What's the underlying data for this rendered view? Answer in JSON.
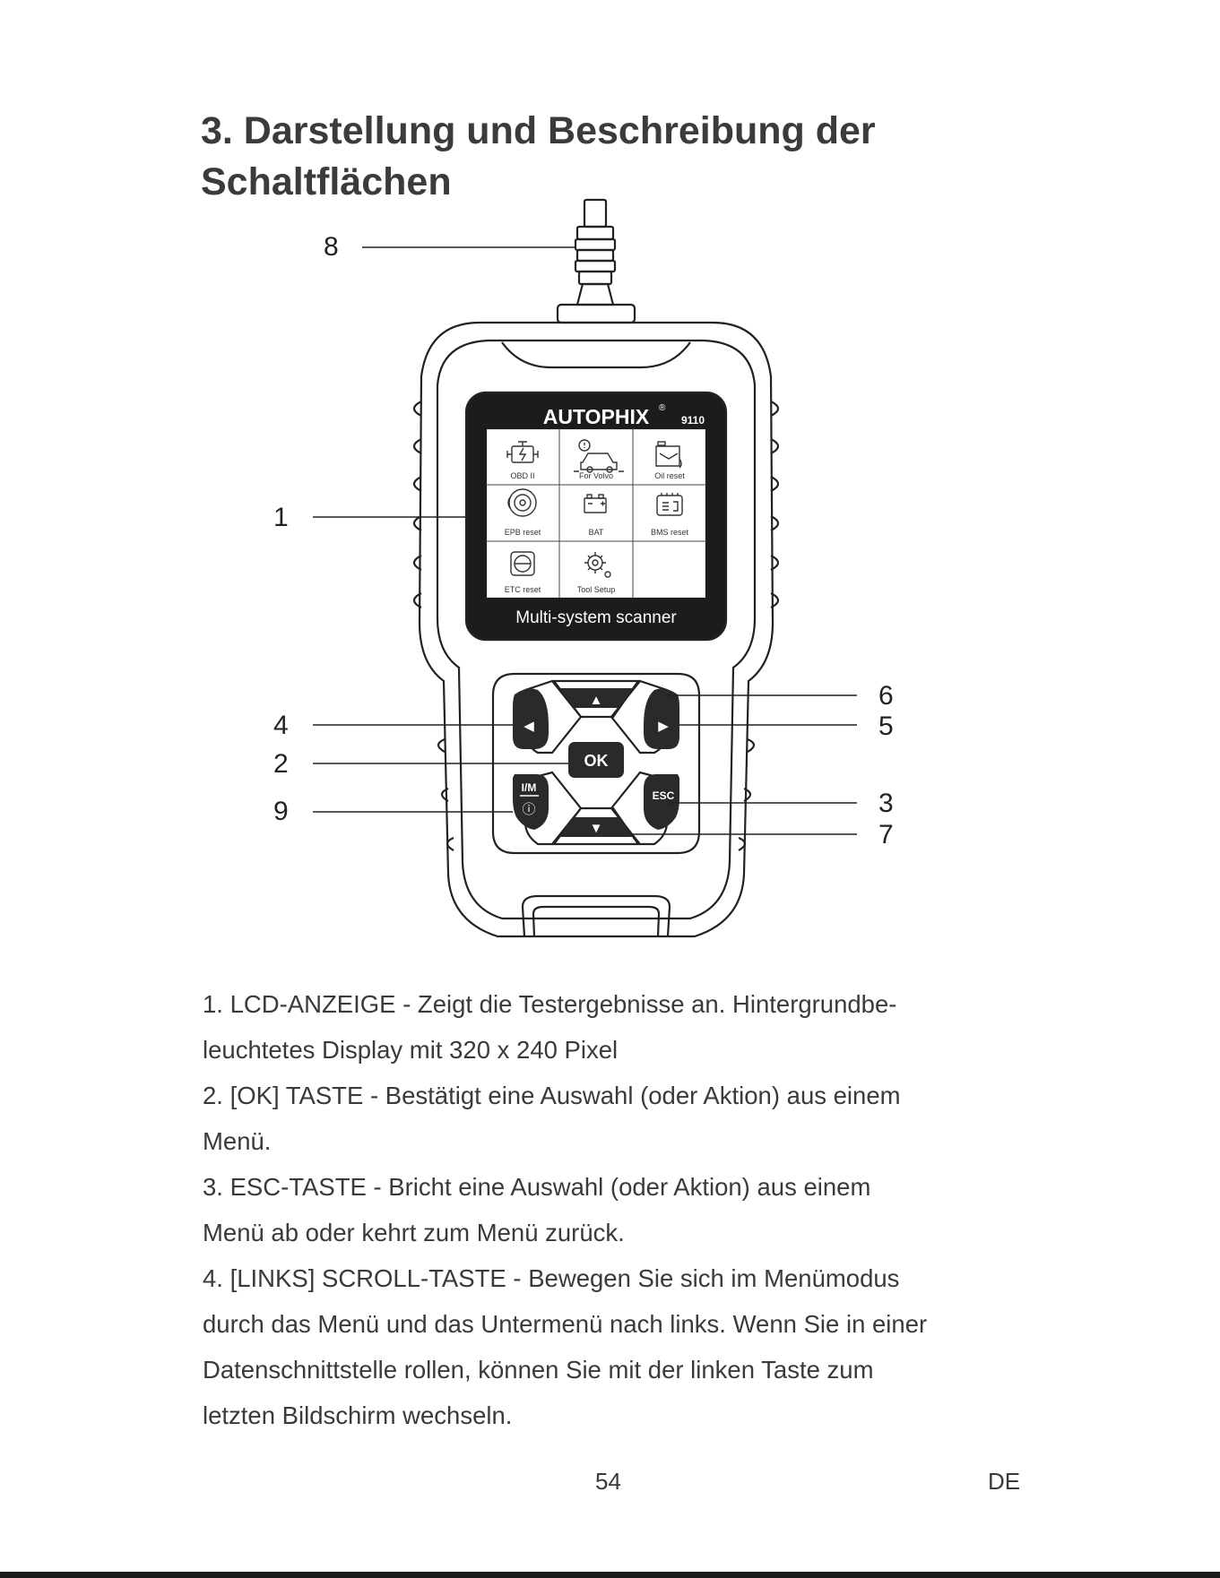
{
  "page": {
    "title_line1": "3. Darstellung und Beschreibung der",
    "title_line2": "Schaltflächen",
    "page_number": "54",
    "language": "DE"
  },
  "device": {
    "brand": "AUTOPHIX",
    "registered": "®",
    "model": "9110",
    "subtitle": "Multi-system scanner",
    "menu": [
      {
        "label": "OBD II",
        "icon": "engine-icon"
      },
      {
        "label": "For Volvo",
        "icon": "car-icon"
      },
      {
        "label": "Oil reset",
        "icon": "oil-can-icon"
      },
      {
        "label": "EPB reset",
        "icon": "brake-disc-icon"
      },
      {
        "label": "BAT",
        "icon": "battery-icon"
      },
      {
        "label": "BMS reset",
        "icon": "bms-icon"
      },
      {
        "label": "ETC reset",
        "icon": "throttle-icon"
      },
      {
        "label": "Tool Setup",
        "icon": "gear-icon"
      }
    ],
    "buttons": {
      "ok": "OK",
      "esc": "ESC",
      "im": "I/M",
      "info": "ⓘ",
      "up": "▲",
      "down": "▼",
      "left": "◀",
      "right": "▶"
    }
  },
  "callouts": {
    "c1": "1",
    "c2": "2",
    "c3": "3",
    "c4": "4",
    "c5": "5",
    "c6": "6",
    "c7": "7",
    "c8": "8",
    "c9": "9"
  },
  "descriptions": [
    "1. LCD-ANZEIGE - Zeigt die Testergebnisse an. Hintergrundbe-",
    "leuchtetes Display mit 320 x 240 Pixel",
    "2. [OK] TASTE - Bestätigt eine Auswahl (oder Aktion) aus einem",
    "Menü.",
    "3. ESC-TASTE - Bricht eine Auswahl (oder Aktion) aus einem",
    "Menü ab oder kehrt zum Menü zurück.",
    "4. [LINKS] SCROLL-TASTE - Bewegen Sie sich im Menümodus",
    "durch das Menü und das Untermenü nach links. Wenn Sie in einer",
    "Datenschnittstelle rollen, können Sie mit der linken Taste zum",
    "letzten Bildschirm wechseln."
  ]
}
